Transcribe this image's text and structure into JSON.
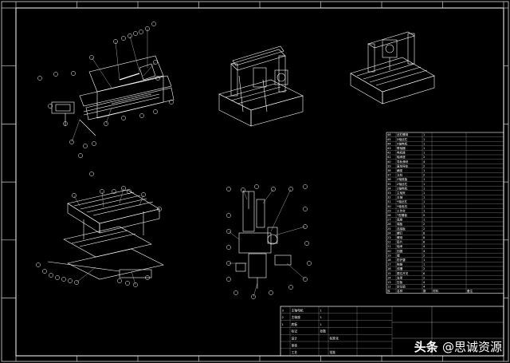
{
  "watermark": {
    "brand": "头条",
    "handle": "@思诚资源"
  },
  "bom": {
    "header": [
      "序",
      "名称",
      "数",
      "材料",
      "备注"
    ],
    "rows": [
      [
        "46",
        "丝杠螺母",
        "1",
        "",
        ""
      ],
      [
        "45",
        "X轴丝杠",
        "1",
        "",
        ""
      ],
      [
        "44",
        "X轴电机",
        "1",
        "",
        ""
      ],
      [
        "43",
        "联轴器",
        "1",
        "",
        ""
      ],
      [
        "42",
        "电机座",
        "1",
        "",
        ""
      ],
      [
        "41",
        "轴承座",
        "2",
        "",
        ""
      ],
      [
        "40",
        "导轨滑块",
        "4",
        "",
        ""
      ],
      [
        "39",
        "直线导轨",
        "2",
        "",
        ""
      ],
      [
        "38",
        "横梁",
        "1",
        "",
        ""
      ],
      [
        "37",
        "立柱",
        "2",
        "",
        ""
      ],
      [
        "36",
        "Z轴底板",
        "1",
        "",
        ""
      ],
      [
        "35",
        "Z轴丝杠",
        "1",
        "",
        ""
      ],
      [
        "34",
        "Z轴电机",
        "1",
        "",
        ""
      ],
      [
        "33",
        "主轴夹",
        "1",
        "",
        ""
      ],
      [
        "32",
        "主轴",
        "1",
        "",
        ""
      ],
      [
        "31",
        "Y轴丝杠",
        "1",
        "",
        ""
      ],
      [
        "30",
        "Y轴电机",
        "1",
        "",
        ""
      ],
      [
        "29",
        "工作台",
        "1",
        "",
        ""
      ],
      [
        "28",
        "T型槽板",
        "5",
        "",
        ""
      ],
      [
        "27",
        "底座",
        "1",
        "",
        ""
      ],
      [
        "26",
        "端板",
        "2",
        "",
        ""
      ],
      [
        "25",
        "连接板",
        "2",
        "",
        ""
      ],
      [
        "24",
        "螺钉",
        "8",
        "",
        ""
      ],
      [
        "23",
        "螺母",
        "8",
        "",
        ""
      ],
      [
        "22",
        "垫片",
        "8",
        "",
        ""
      ],
      [
        "21",
        "轴承",
        "4",
        "",
        ""
      ],
      [
        "20",
        "挡圈",
        "4",
        "",
        ""
      ],
      [
        "19",
        "键",
        "2",
        "",
        ""
      ],
      [
        "18",
        "防护罩",
        "1",
        "",
        ""
      ],
      [
        "17",
        "拖链",
        "1",
        "",
        ""
      ],
      [
        "16",
        "线槽",
        "2",
        "",
        ""
      ],
      [
        "15",
        "限位开关",
        "6",
        "",
        ""
      ],
      [
        "14",
        "支架",
        "2",
        "",
        ""
      ],
      [
        "13",
        "压板",
        "4",
        "",
        ""
      ],
      [
        "12",
        "定位销",
        "4",
        "",
        ""
      ]
    ]
  },
  "titleblock": {
    "rows": [
      [
        "3",
        "主轴电机",
        "1",
        "",
        ""
      ],
      [
        "2",
        "主轴座",
        "1",
        "",
        ""
      ],
      [
        "1",
        "底板",
        "1",
        "",
        ""
      ],
      [
        "",
        "标记",
        "处数",
        "",
        ""
      ],
      [
        "",
        "设计",
        "",
        "标准化",
        ""
      ],
      [
        "",
        "审核",
        "",
        "",
        ""
      ],
      [
        "",
        "工艺",
        "",
        "批准",
        ""
      ]
    ]
  }
}
